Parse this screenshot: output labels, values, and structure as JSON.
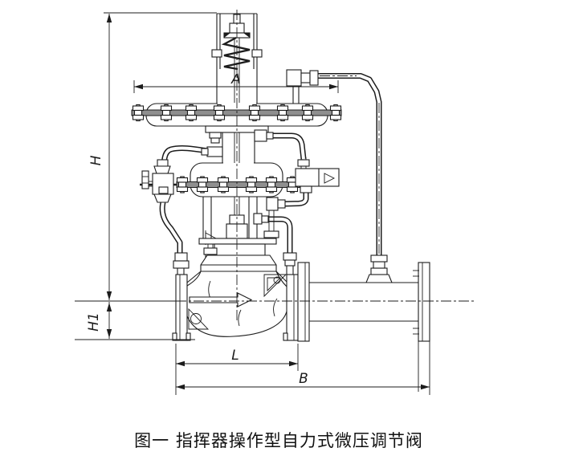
{
  "figure": {
    "caption": "图一 指挥器操作型自力式微压调节阀",
    "dimension_labels": {
      "overall_height": "H",
      "center_height": "H1",
      "actuator_width": "A",
      "face_to_face_length": "L",
      "overall_length": "B"
    },
    "colors": {
      "line": "#1c1c1c",
      "clamp_band": "#8f8f8f",
      "background": "#ffffff"
    }
  }
}
